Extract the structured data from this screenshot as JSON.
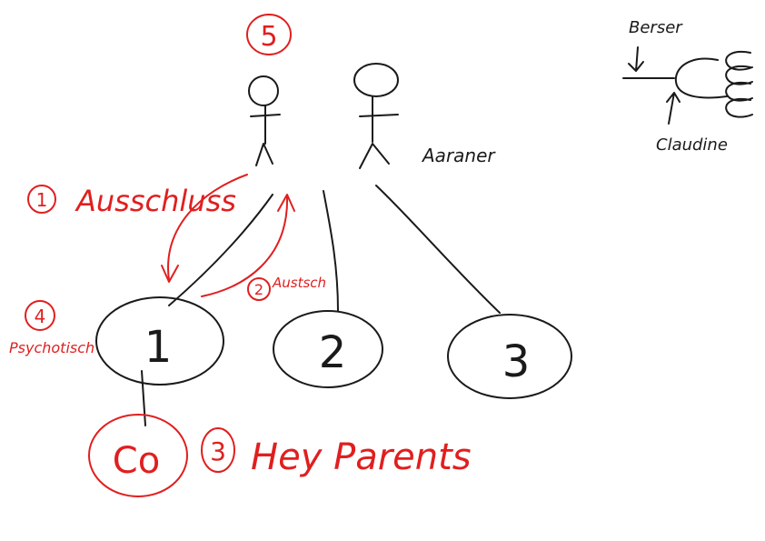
{
  "colors": {
    "ink": "#1a1a1a",
    "accent": "#e01f1f"
  },
  "labels": {
    "step5": "5",
    "person_right": "Aaraner",
    "top_right_top": "Berser",
    "top_right_bottom": "Claudine",
    "step1_num": "1",
    "step1_text": "Ausschluss",
    "step2_num": "2",
    "step2_text": "Austsch",
    "step4_num": "4",
    "step4_text": "Psychotisch",
    "node1": "1",
    "node2": "2",
    "node3": "3",
    "co": "Co",
    "step3_num": "3",
    "step3_text": "Hey Parents"
  }
}
